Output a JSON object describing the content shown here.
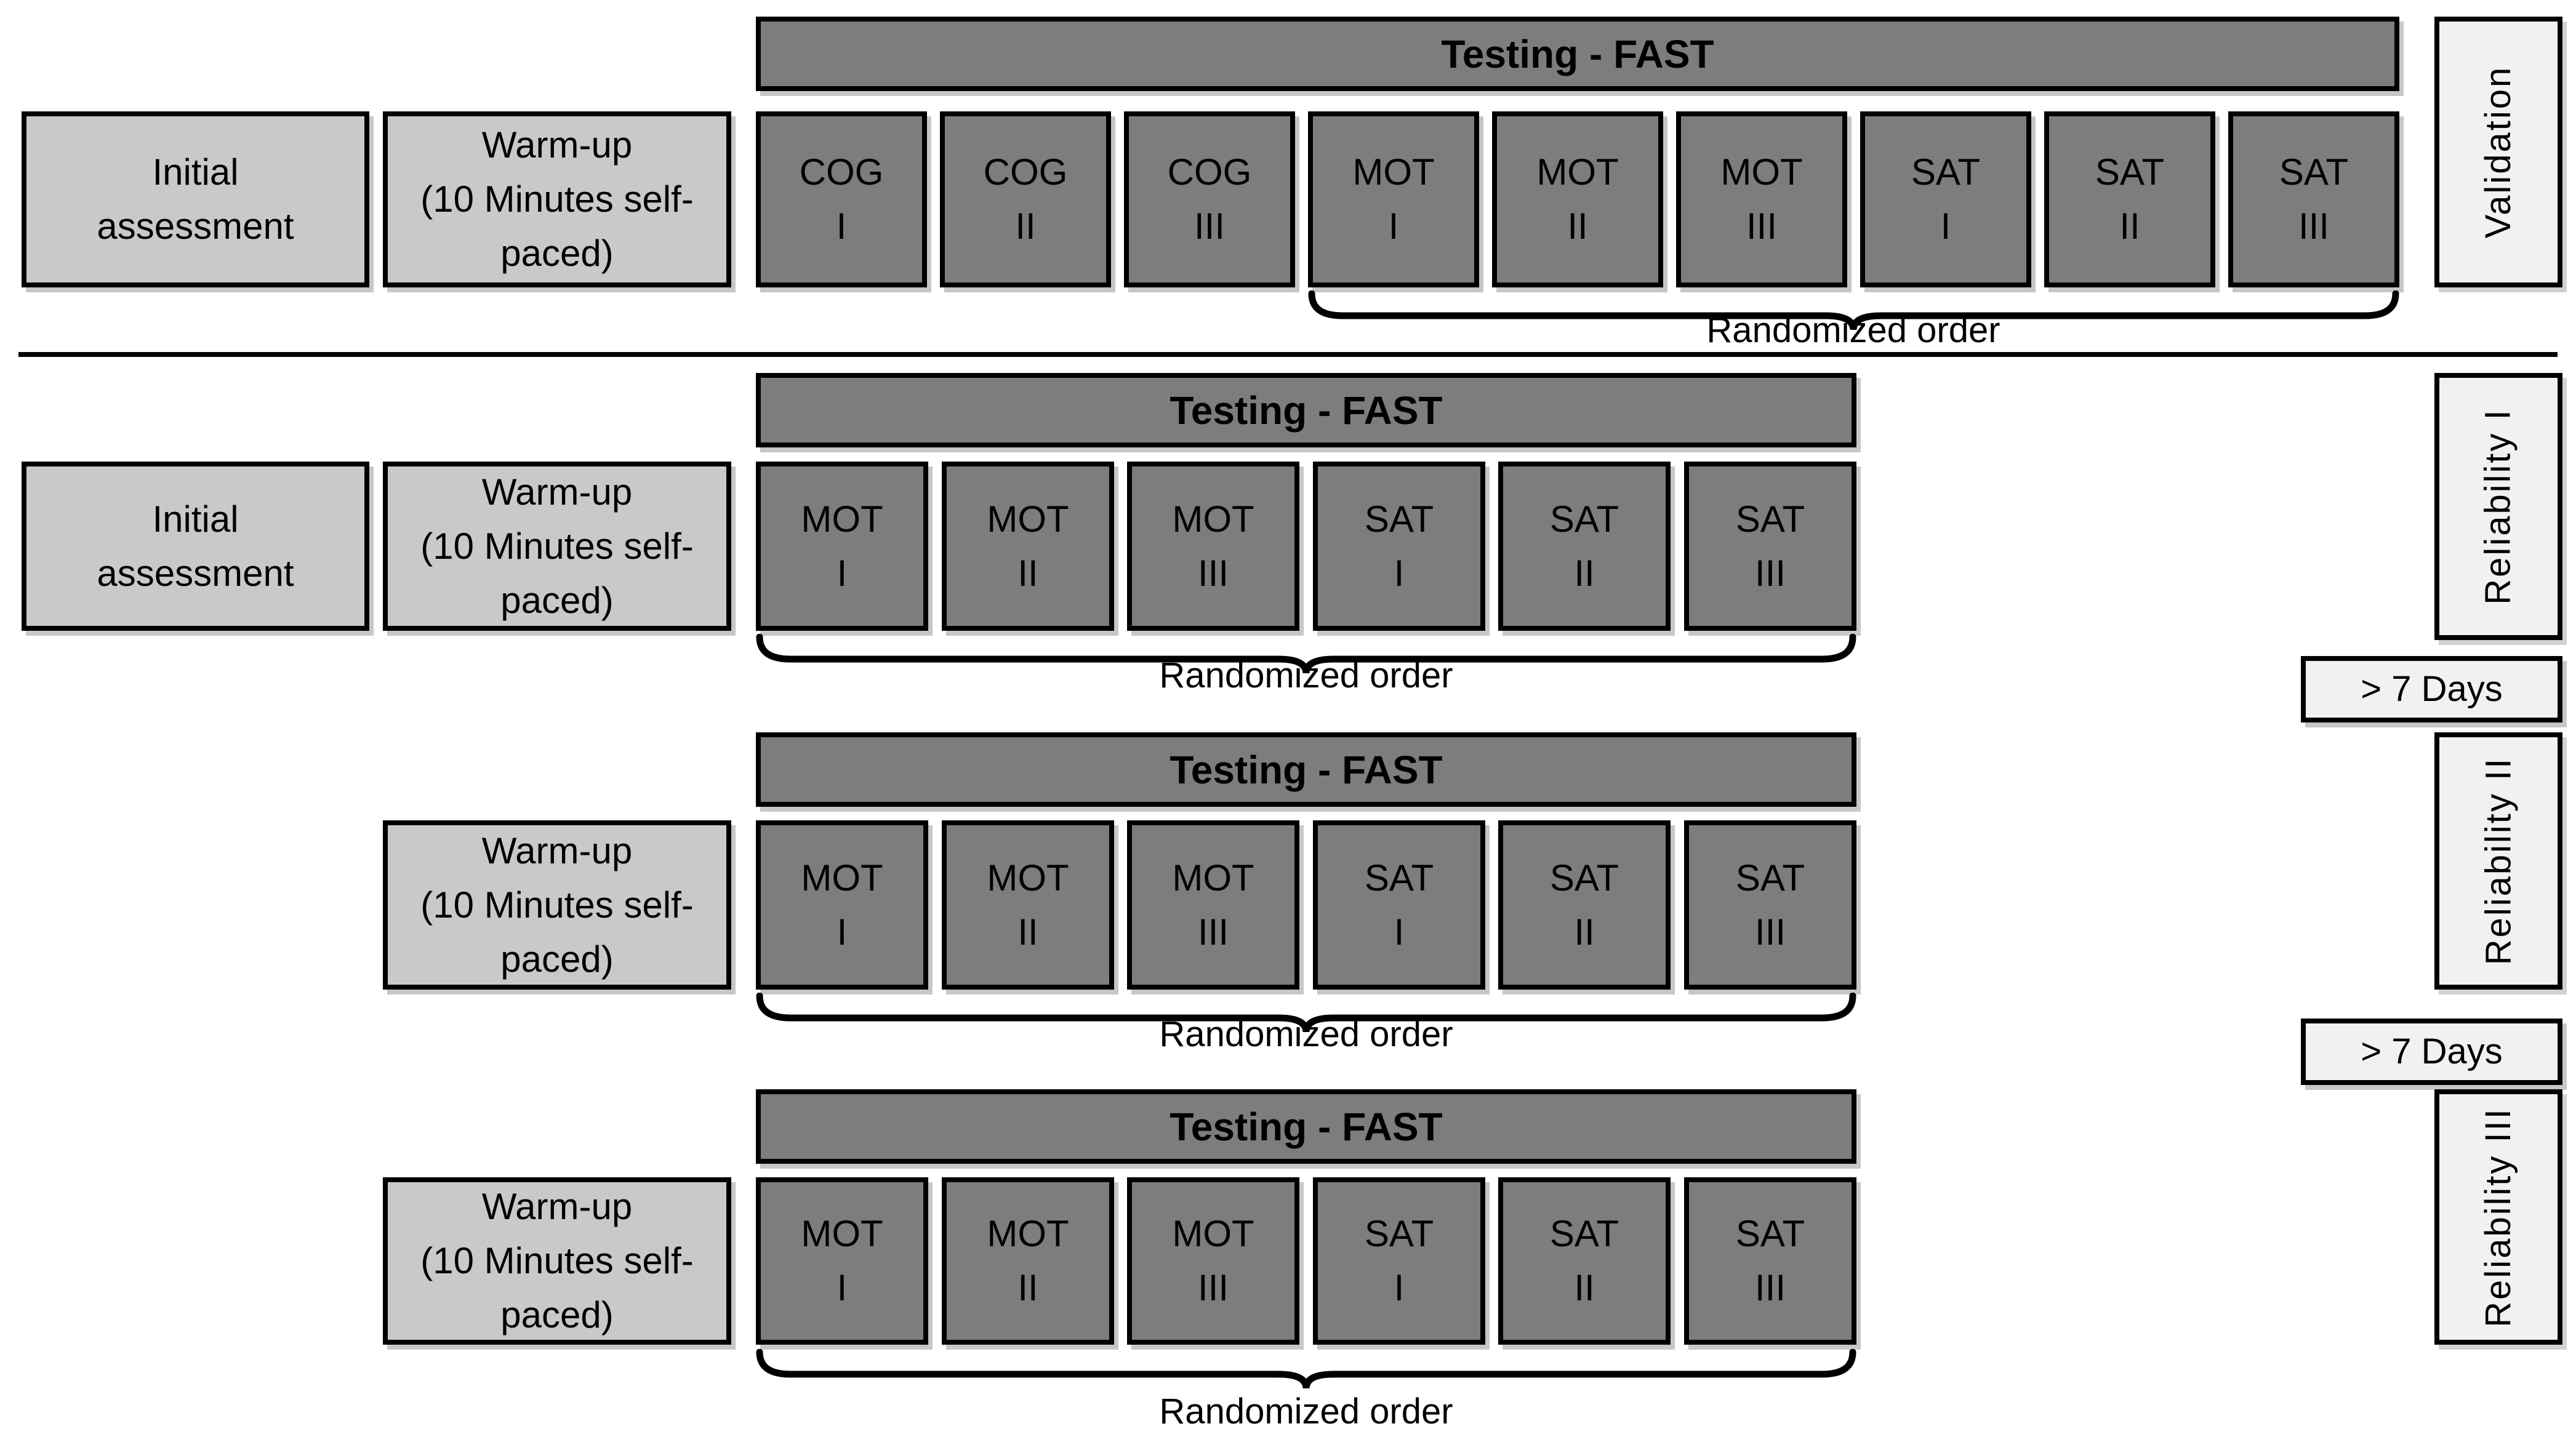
{
  "colors": {
    "dark_box": "#7d7d7d",
    "light_box": "#c9c9c9",
    "pale_box": "#f1f1f1",
    "border": "#000000",
    "background": "#ffffff"
  },
  "labels": {
    "testing_header": "Testing - FAST",
    "randomized_order": "Randomized order",
    "initial_assessment": "Initial\nassessment",
    "warm_up": "Warm-up\n(10 Minutes self-\npaced)",
    "interval": "> 7 Days"
  },
  "phases": [
    {
      "name": "Validation",
      "has_initial_assessment": true,
      "has_warm_up": true,
      "boxes": [
        "COG\nI",
        "COG\nII",
        "COG\nIII",
        "MOT\nI",
        "MOT\nII",
        "MOT\nIII",
        "SAT\nI",
        "SAT\nII",
        "SAT\nIII"
      ],
      "randomized_span": [
        "MOT I",
        "SAT III"
      ]
    },
    {
      "name": "Reliability I",
      "has_initial_assessment": true,
      "has_warm_up": true,
      "boxes": [
        "MOT\nI",
        "MOT\nII",
        "MOT\nIII",
        "SAT\nI",
        "SAT\nII",
        "SAT\nIII"
      ],
      "randomized_span": [
        "MOT I",
        "SAT III"
      ]
    },
    {
      "name": "Reliability II",
      "has_initial_assessment": false,
      "has_warm_up": true,
      "boxes": [
        "MOT\nI",
        "MOT\nII",
        "MOT\nIII",
        "SAT\nI",
        "SAT\nII",
        "SAT\nIII"
      ],
      "randomized_span": [
        "MOT I",
        "SAT III"
      ]
    },
    {
      "name": "Reliability III",
      "has_initial_assessment": false,
      "has_warm_up": true,
      "boxes": [
        "MOT\nI",
        "MOT\nII",
        "MOT\nIII",
        "SAT\nI",
        "SAT\nII",
        "SAT\nIII"
      ],
      "randomized_span": [
        "MOT I",
        "SAT III"
      ]
    }
  ],
  "intervals_between": [
    "> 7 Days",
    "> 7 Days"
  ]
}
